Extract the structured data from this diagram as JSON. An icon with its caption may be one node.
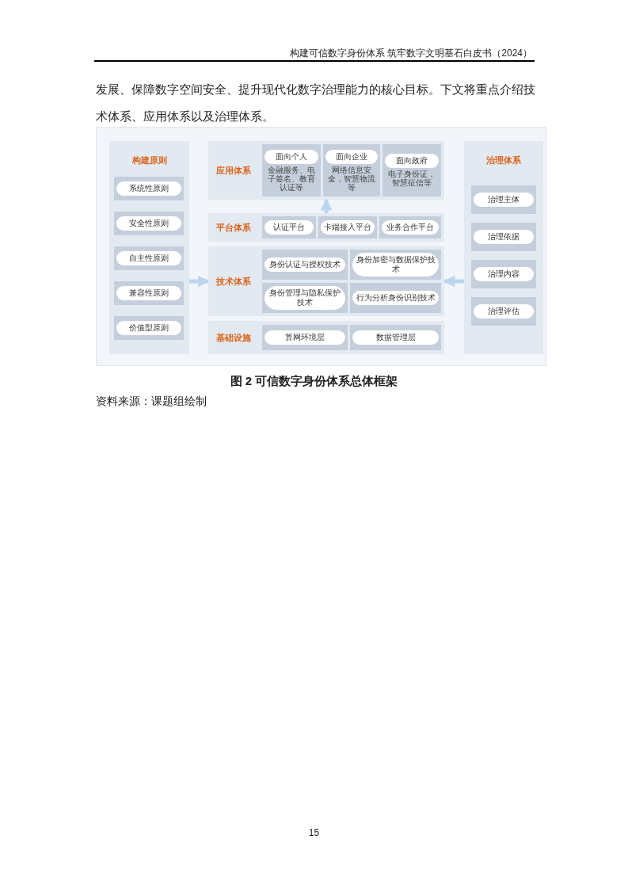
{
  "diagram": {
    "caption": "图 2 可信数字身份体系总体框架",
    "nodes": [
      {
        "text": [
          "构建原则"
        ]
      },
      {
        "text": [
          "系统性原则"
        ],
        "in": 0
      },
      {
        "text": [
          "安全性原则"
        ],
        "in": 0
      },
      {
        "text": [
          "自主性原则"
        ],
        "in": 0
      },
      {
        "text": [
          "兼容性原则"
        ],
        "in": 0
      },
      {
        "text": [
          "价值型原则"
        ],
        "in": 0
      },
      {
        "text": [
          "应用体系"
        ]
      },
      {
        "text": [
          "面向个人",
          "金融服务、电子签名、教育认证等"
        ],
        "in": 6
      },
      {
        "text": [
          "面向企业",
          "网络信息安全，智慧物流等"
        ],
        "in": 6
      },
      {
        "text": [
          "面向政府",
          "电子身份证，智慧征信等"
        ],
        "in": 6
      },
      {
        "text": [
          "平台体系"
        ]
      },
      {
        "text": [
          "认证平台"
        ],
        "in": 10
      },
      {
        "text": [
          "卡端接入平台"
        ],
        "in": 10
      },
      {
        "text": [
          "业务合作平台"
        ],
        "in": 10
      },
      {
        "text": [
          "技术体系"
        ]
      },
      {
        "text": [
          "身份认证与授权技术"
        ],
        "in": 14
      },
      {
        "text": [
          "身份加密与数据保护技术"
        ],
        "in": 14
      },
      {
        "text": [
          "身份管理与隐私保护技术"
        ],
        "in": 14
      },
      {
        "text": [
          "行为分析身份识别技术"
        ],
        "in": 14
      },
      {
        "text": [
          "基础设施"
        ]
      },
      {
        "text": [
          "算网环境层"
        ],
        "in": 19
      },
      {
        "text": [
          "数据管理层"
        ],
        "in": 19
      },
      {
        "text": [
          "治理体系"
        ]
      },
      {
        "text": [
          "治理主体"
        ],
        "in": 22
      },
      {
        "text": [
          "治理依据"
        ],
        "in": 22
      },
      {
        "text": [
          "治理内容"
        ],
        "in": 22
      },
      {
        "text": [
          "治理评估"
        ],
        "in": 22
      }
    ],
    "edges": [
      {
        "from": 0,
        "to": 14,
        "arrow": "to"
      },
      {
        "from": 22,
        "to": 14,
        "arrow": "to"
      },
      {
        "from": 10,
        "to": 6,
        "arrow": "to"
      }
    ],
    "labels": [
      "构建可信数字身份体系 筑牢数字文明基石白皮书（2024）",
      "发展、保障数字空间安全、提升现代化数字治理能力的核心目标。下文将重点介绍技术体系、应用体系以及治理体系。",
      "资料来源：课题组绘制",
      "15"
    ]
  }
}
